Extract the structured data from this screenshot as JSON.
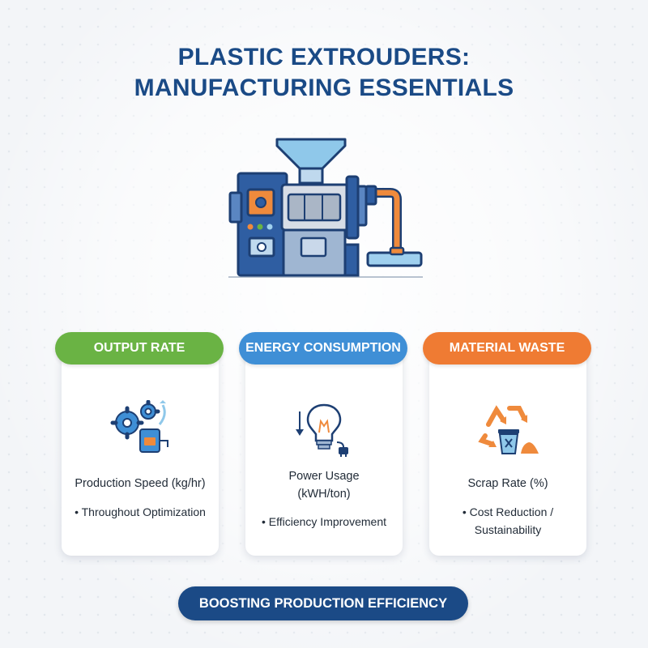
{
  "title": {
    "line1": "PLASTIC EXTROUDERS:",
    "line2": "MANUFACTURING ESSENTIALS"
  },
  "colors": {
    "title": "#1a4a86",
    "output": "#6ab344",
    "energy": "#3f8fd6",
    "waste": "#ef7b33",
    "footer": "#1b4a86"
  },
  "illustration": "plastic-extruder-machine",
  "cards": [
    {
      "header": "OUTPUT RATE",
      "icon": "gears-production-icon",
      "metric_lines": [
        "Production Speed (kg/hr)"
      ],
      "bullet_lines": [
        "• Throughout Optimization"
      ]
    },
    {
      "header": "ENERGY CONSUMPTION",
      "icon": "lightbulb-plug-icon",
      "metric_lines": [
        "Power Usage",
        "(kWH/ton)"
      ],
      "bullet_lines": [
        "• Efficiency Improvement"
      ]
    },
    {
      "header": "MATERIAL WASTE",
      "icon": "recycle-bin-icon",
      "metric_lines": [
        "Scrap Rate (%)"
      ],
      "bullet_lines": [
        "• Cost Reduction /",
        "Sustainability"
      ]
    }
  ],
  "footer": "BOOSTING PRODUCTION EFFICIENCY"
}
